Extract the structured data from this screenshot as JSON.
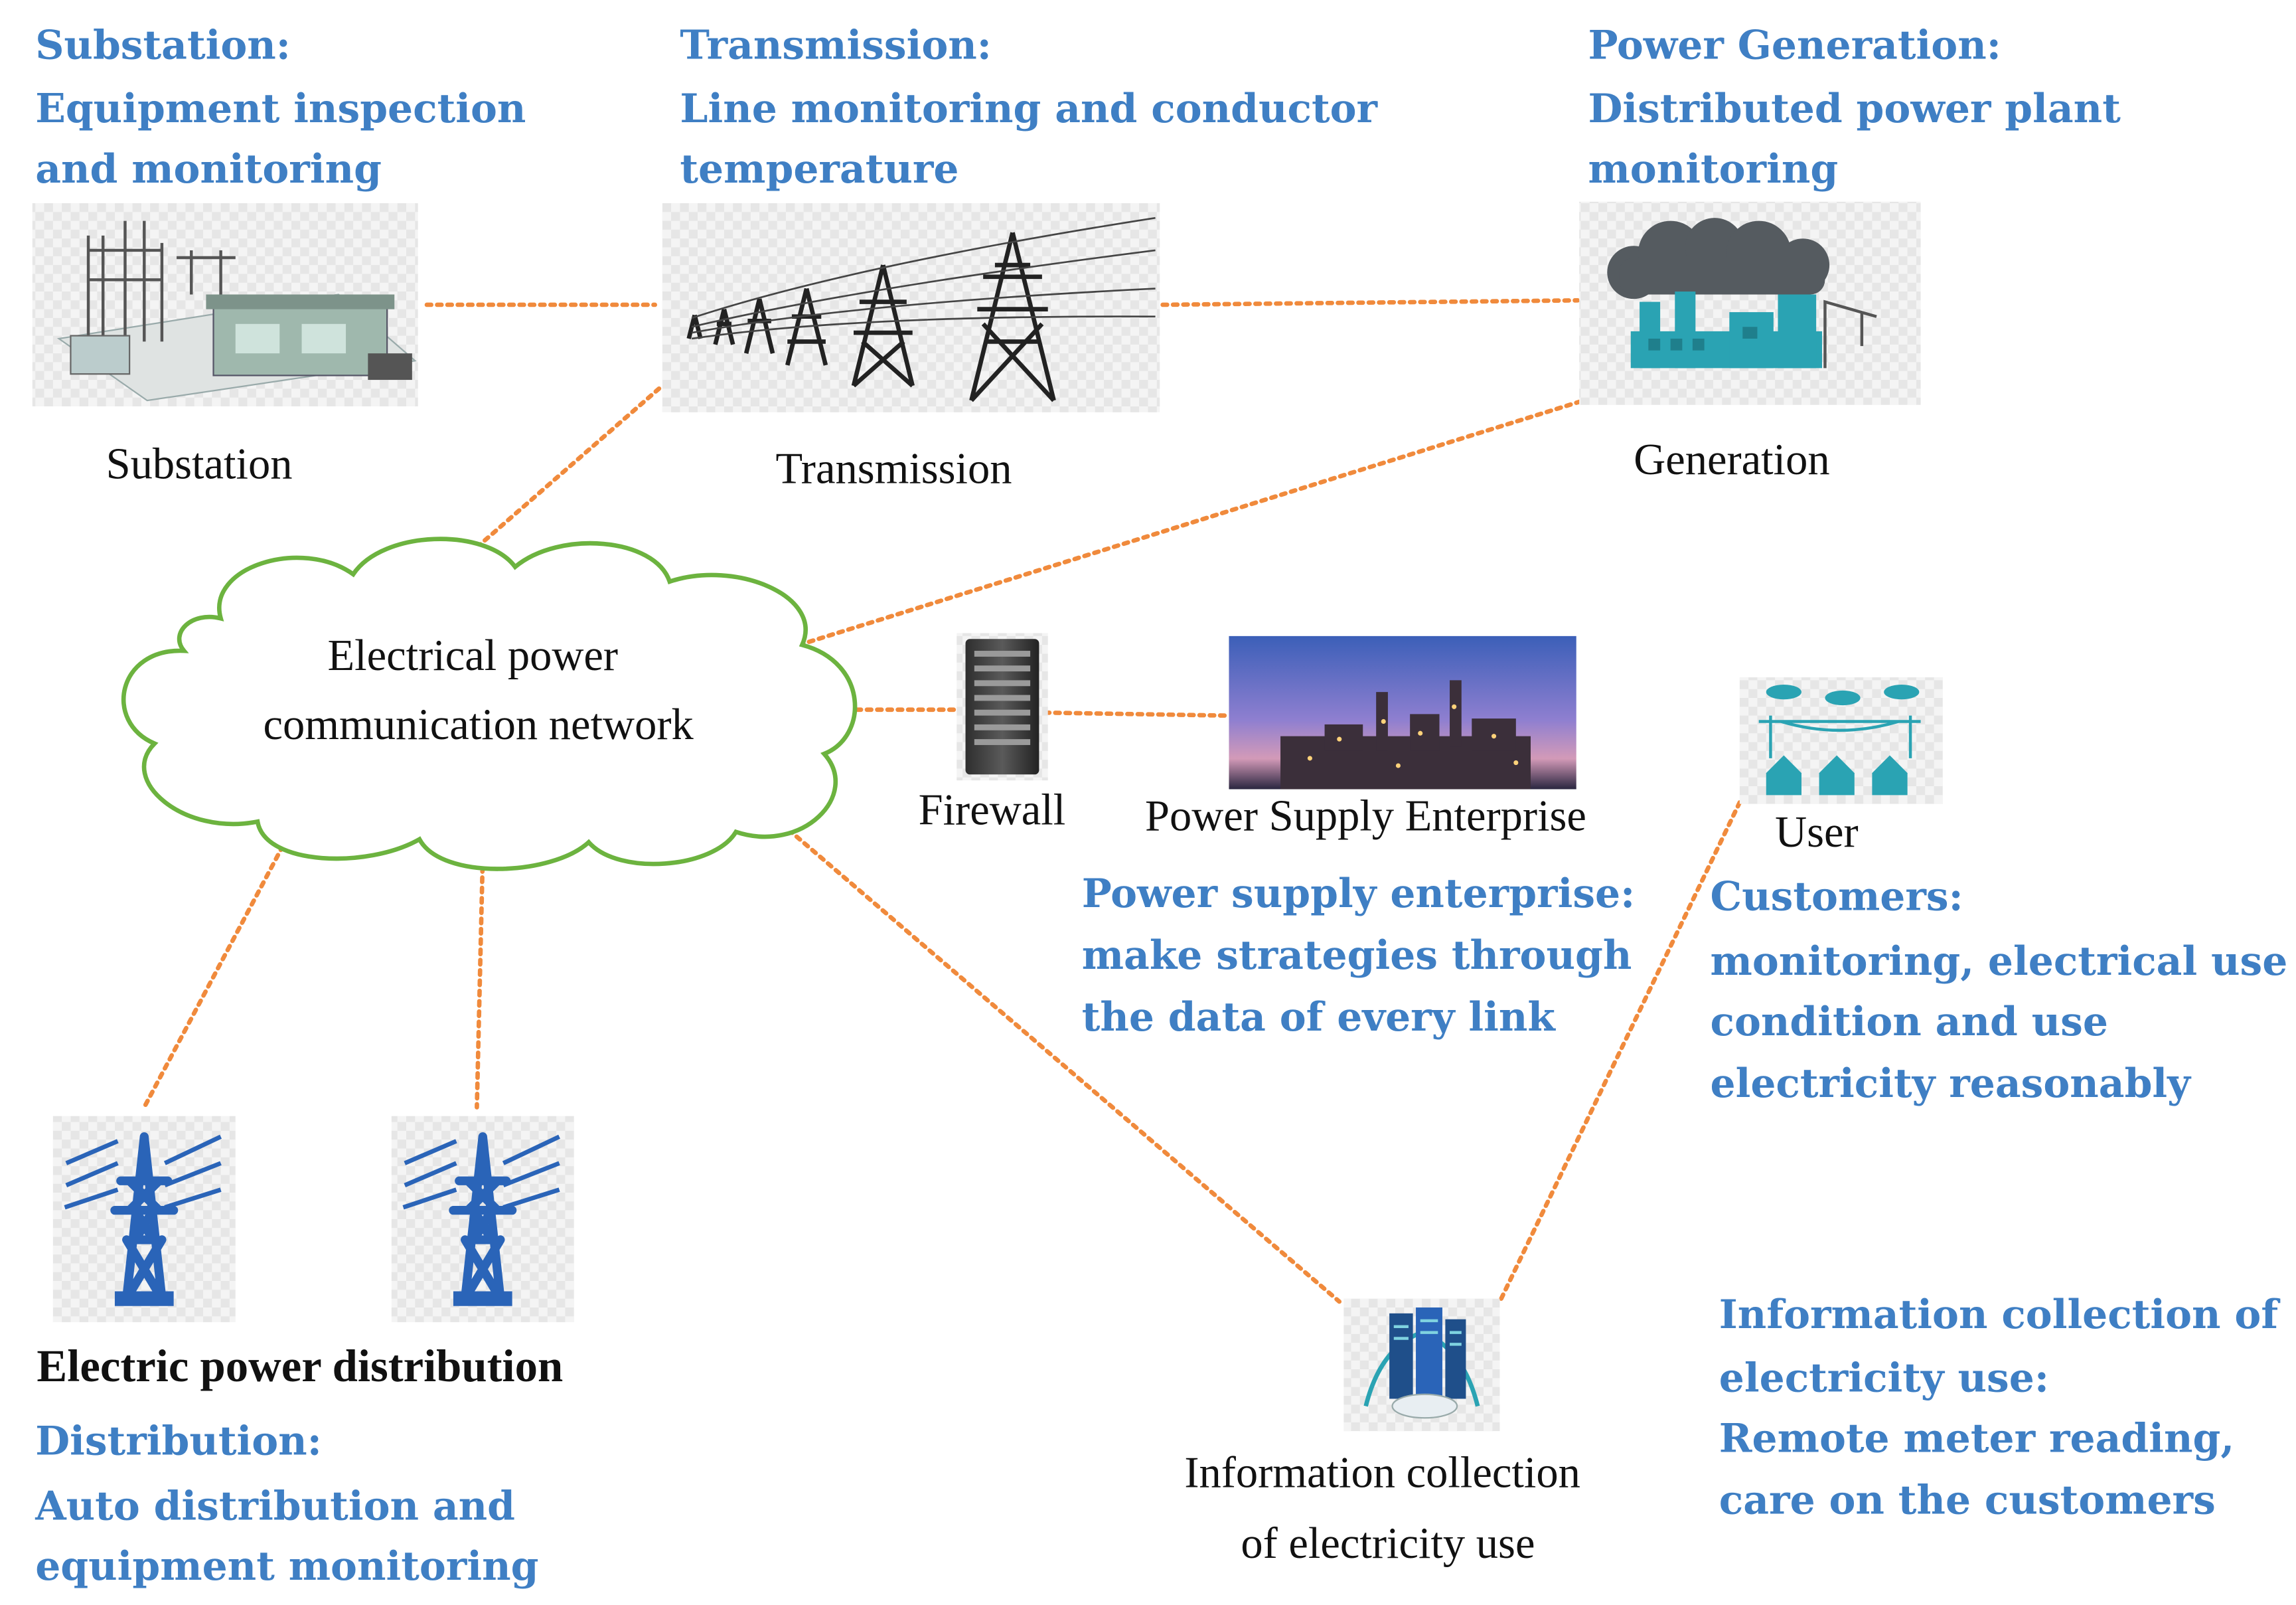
{
  "nodes": {
    "substation": {
      "caption": "Substation",
      "desc": [
        "Substation:",
        "Equipment inspection",
        "and monitoring"
      ]
    },
    "transmission": {
      "caption": "Transmission",
      "desc": [
        "Transmission:",
        "Line monitoring and conductor",
        "temperature"
      ]
    },
    "generation": {
      "caption": "Generation",
      "desc": [
        "Power Generation:",
        "Distributed power plant",
        "monitoring"
      ]
    },
    "network": {
      "caption": [
        "Electrical power",
        "communication network"
      ]
    },
    "firewall": {
      "caption": "Firewall"
    },
    "enterprise": {
      "caption": "Power Supply Enterprise",
      "desc": [
        "Power supply enterprise:",
        "make strategies through",
        "the data of every link"
      ]
    },
    "user": {
      "caption": "User",
      "desc": [
        "Customers:",
        "monitoring, electrical use",
        "condition and use",
        "electricity  reasonably"
      ]
    },
    "distribution": {
      "caption": "Electric power distribution",
      "desc": [
        "Distribution:",
        "Auto distribution  and",
        "equipment monitoring"
      ]
    },
    "collection": {
      "caption": [
        "Information collection",
        "of electricity use"
      ],
      "desc": [
        "Information collection  of",
        "electricity use:",
        "Remote meter reading,",
        "care on the customers"
      ]
    }
  },
  "colors": {
    "description_text": "#3f7fc4",
    "link_line": "#f08a3c",
    "cloud_outline": "#6cb33f",
    "tower_blue": "#2a64b8"
  },
  "icons": [
    "substation-image",
    "transmission-towers-image",
    "power-plant-icon",
    "cloud-shape",
    "server-rack-icon",
    "enterprise-photo",
    "houses-icon",
    "distribution-tower-icon",
    "data-center-icon"
  ]
}
